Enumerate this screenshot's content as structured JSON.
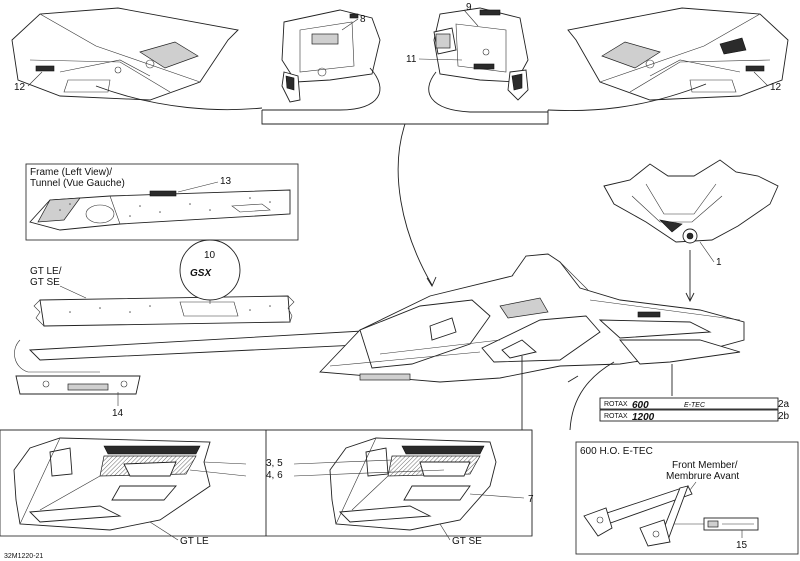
{
  "diagram": {
    "callouts": {
      "c1": "1",
      "c2a": "2a",
      "c2b": "2b",
      "c3_5": "3, 5",
      "c4_6": "4, 6",
      "c7": "7",
      "c8": "8",
      "c9": "9",
      "c10": "10",
      "c11": "11",
      "c12_left": "12",
      "c12_right": "12",
      "c13": "13",
      "c14": "14",
      "c15": "15"
    },
    "frame_box": {
      "title_line1": "Frame (Left View)/",
      "title_line2": "Tunnel (Vue Gauche)"
    },
    "variants": {
      "gt_le_se_line1": "GT LE/",
      "gt_le_se_line2": "GT SE",
      "gt_le": "GT LE",
      "gt_se": "GT SE"
    },
    "engine_box": {
      "title": "600 H.O. E-TEC",
      "member_line1": "Front Member/",
      "member_line2": "Membrure Avant"
    },
    "decal_texts": {
      "rotax_600": "600",
      "rotax_1200": "1200",
      "rotax_label": "ROTAX",
      "etec": "E-TEC",
      "brand_logo": "GSX"
    },
    "drawing_code": "32M1220-21"
  }
}
